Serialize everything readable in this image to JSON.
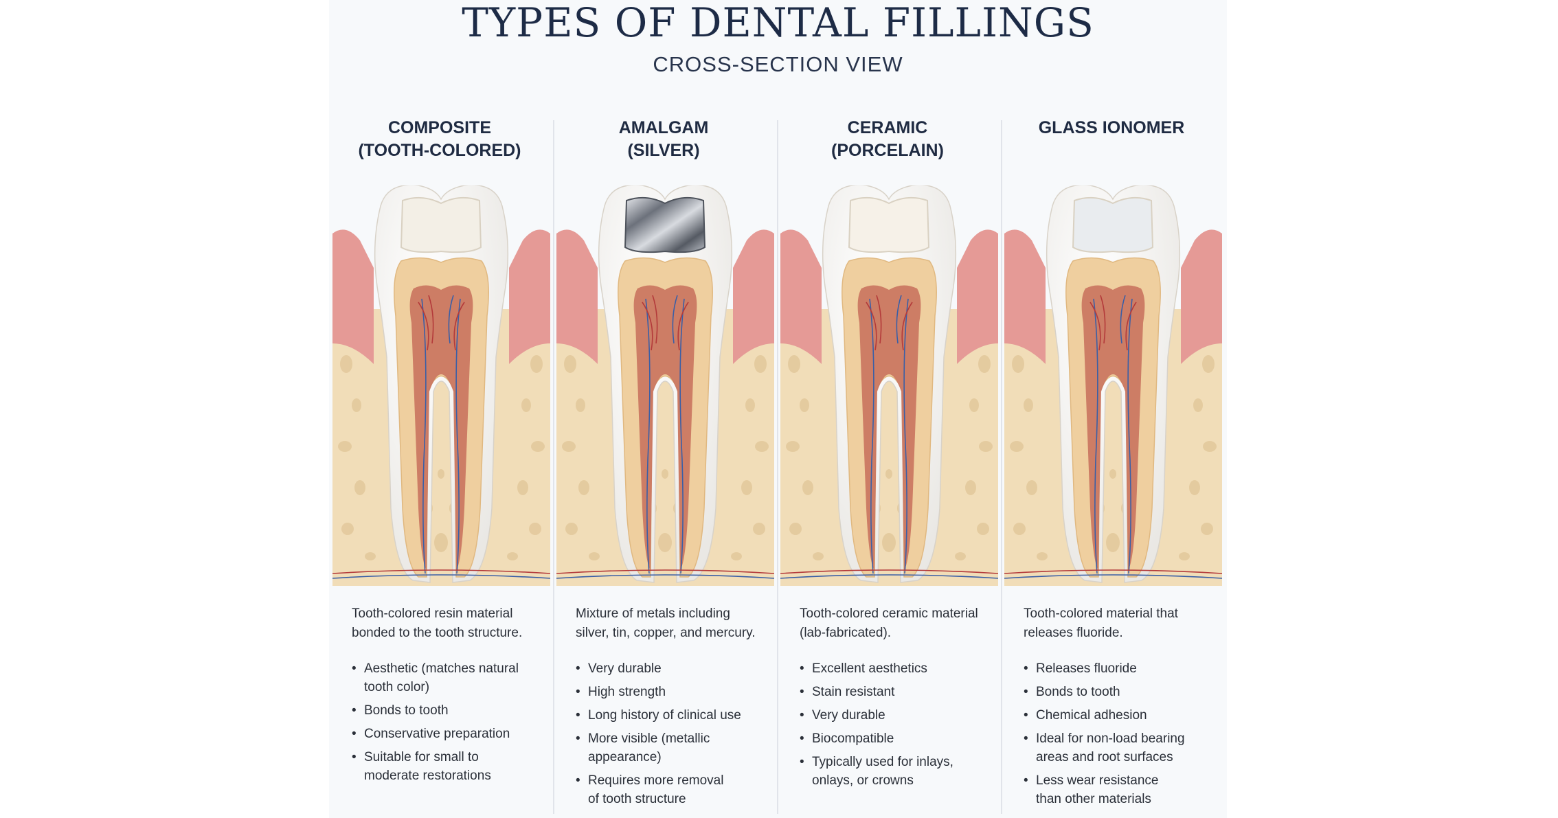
{
  "header": {
    "title": "TYPES OF DENTAL FILLINGS",
    "subtitle": "CROSS-SECTION VIEW"
  },
  "columns": [
    {
      "title_lines": [
        "COMPOSITE",
        "(TOOTH-COLORED)"
      ],
      "filling_material": "composite",
      "description_lines": [
        "Tooth-colored resin material",
        "bonded to the tooth structure."
      ],
      "bullets": [
        [
          "Aesthetic (matches natural",
          "tooth color)"
        ],
        [
          "Bonds to tooth"
        ],
        [
          "Conservative preparation"
        ],
        [
          "Suitable for small to",
          "moderate restorations"
        ]
      ]
    },
    {
      "title_lines": [
        "AMALGAM",
        "(SILVER)"
      ],
      "filling_material": "amalgam",
      "description_lines": [
        "Mixture of metals including",
        "silver, tin, copper, and mercury."
      ],
      "bullets": [
        [
          "Very durable"
        ],
        [
          "High strength"
        ],
        [
          "Long history of clinical use"
        ],
        [
          "More visible (metallic",
          "appearance)"
        ],
        [
          "Requires more removal",
          "of tooth structure"
        ]
      ]
    },
    {
      "title_lines": [
        "CERAMIC",
        "(PORCELAIN)"
      ],
      "filling_material": "ceramic",
      "description_lines": [
        "Tooth-colored ceramic material",
        "(lab-fabricated)."
      ],
      "bullets": [
        [
          "Excellent aesthetics"
        ],
        [
          "Stain resistant"
        ],
        [
          "Very durable"
        ],
        [
          "Biocompatible"
        ],
        [
          "Typically used for inlays,",
          "onlays, or crowns"
        ]
      ]
    },
    {
      "title_lines": [
        "GLASS IONOMER"
      ],
      "filling_material": "glass-ionomer",
      "description_lines": [
        "Tooth-colored material that",
        "releases fluoride."
      ],
      "bullets": [
        [
          "Releases fluoride"
        ],
        [
          "Bonds to tooth"
        ],
        [
          "Chemical adhesion"
        ],
        [
          "Ideal for non-load bearing",
          "areas and root surfaces"
        ],
        [
          "Less wear resistance",
          "than other materials"
        ]
      ]
    }
  ],
  "colors": {
    "title": "#1d2b46",
    "enamel": "#fbfbfa",
    "dentin": "#efcf9f",
    "pulp": "#c9735e",
    "gum": "#e59a96",
    "bone": "#f1ddb8",
    "composite": "#f3efe6",
    "amalgam": "#8d929c",
    "ceramic": "#f6f1e8",
    "glass_ionomer": "#e9ecef"
  }
}
